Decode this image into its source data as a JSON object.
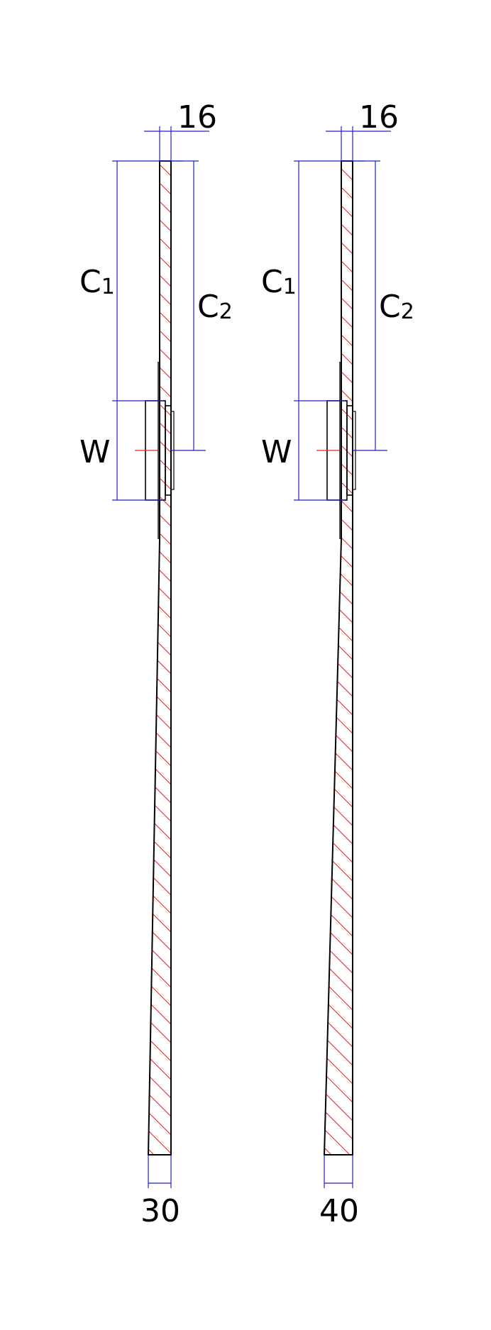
{
  "colors": {
    "outline": "#000000",
    "dimension": "#2222cc",
    "hatch": "#ee2222",
    "background": "#ffffff"
  },
  "panels": [
    {
      "top_thickness": "16",
      "bottom_thickness": "30",
      "label_c1_main": "C",
      "label_c1_sub": "1",
      "label_c2_main": "C",
      "label_c2_sub": "2",
      "label_w": "W"
    },
    {
      "top_thickness": "16",
      "bottom_thickness": "40",
      "label_c1_main": "C",
      "label_c1_sub": "1",
      "label_c2_main": "C",
      "label_c2_sub": "2",
      "label_w": "W"
    }
  ]
}
